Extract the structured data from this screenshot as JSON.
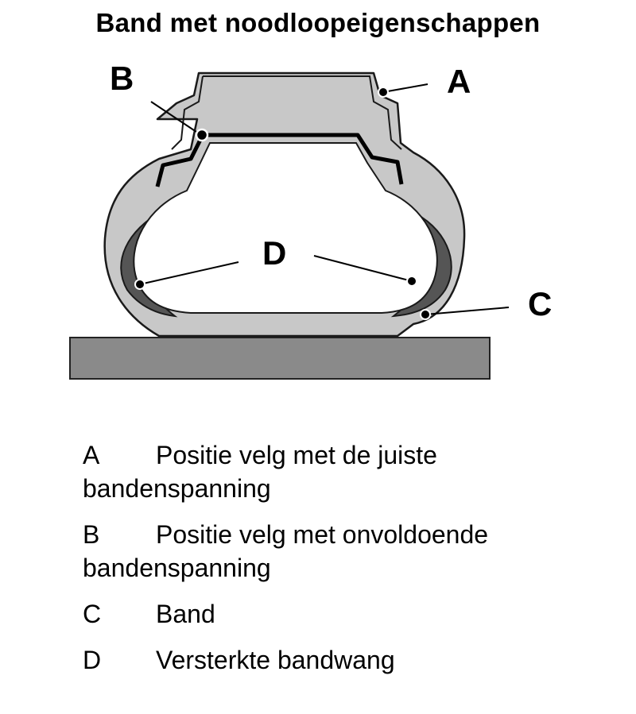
{
  "title": "Band met noodloopeigenschappen",
  "callouts": {
    "a": "A",
    "b": "B",
    "c": "C",
    "d": "D"
  },
  "legend": [
    {
      "key": "A",
      "text": "Positie velg met de juiste bandenspanning"
    },
    {
      "key": "B",
      "text": "Positie velg met onvoldoende bandenspanning"
    },
    {
      "key": "C",
      "text": "Band"
    },
    {
      "key": "D",
      "text": "Versterkte bandwang"
    }
  ],
  "colors": {
    "tire": "#c8c8c8",
    "sidewall_reinforcement": "#555555",
    "ground": "#8a8a8a",
    "outline": "#1a1a1a"
  }
}
